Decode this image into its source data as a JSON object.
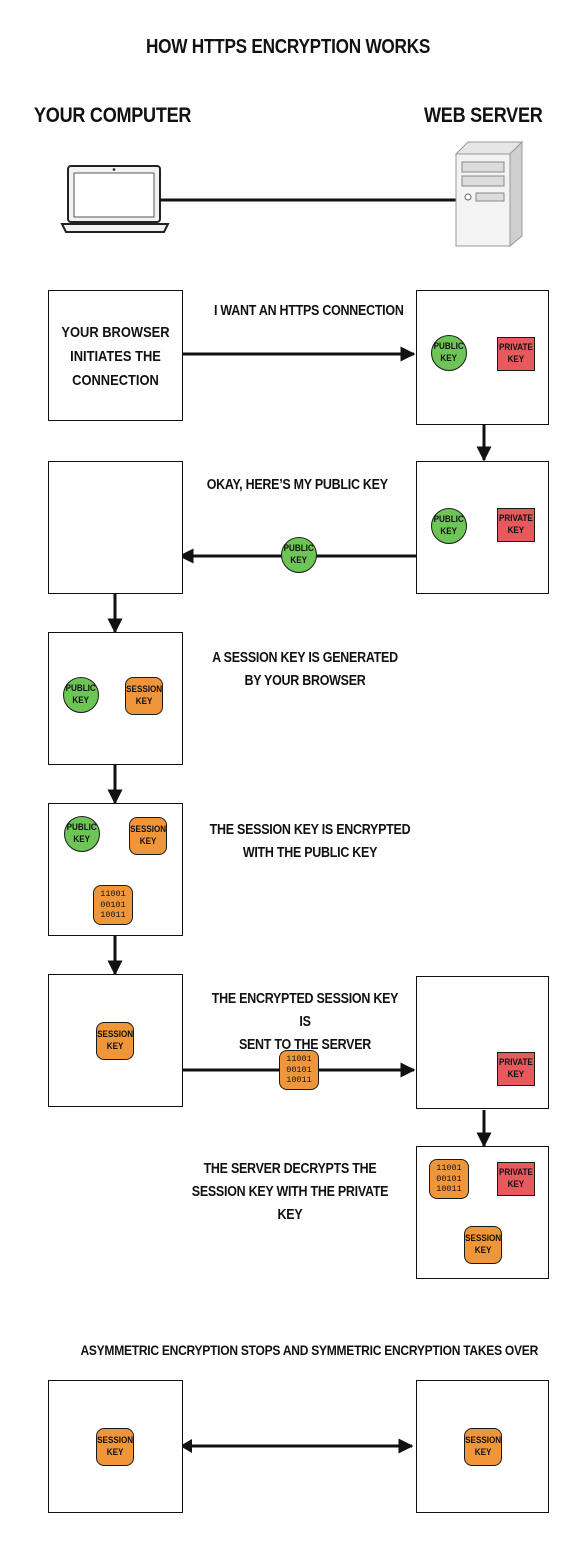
{
  "title": "HOW HTTPS ENCRYPTION WORKS",
  "left_heading": "YOUR COMPUTER",
  "right_heading": "WEB SERVER",
  "keys": {
    "public": "PUBLIC\nKEY",
    "private": "PRIVATE\nKEY",
    "session": "SESSION\nKEY",
    "encrypted": "11001\n00101\n10011"
  },
  "steps": {
    "browser_box": "YOUR BROWSER\nINITIATES THE\nCONNECTION",
    "msg1": "I WANT AN HTTPS CONNECTION",
    "msg2": "OKAY, HERE’S MY PUBLIC KEY",
    "msg3": "A SESSION KEY IS GENERATED\nBY YOUR BROWSER",
    "msg4": "THE SESSION KEY IS ENCRYPTED\nWITH THE PUBLIC KEY",
    "msg5": "THE ENCRYPTED SESSION KEY IS\nSENT TO THE SERVER",
    "msg6": "THE SERVER DECRYPTS THE\nSESSION KEY WITH THE PRIVATE KEY",
    "msg7": "ASYMMETRIC ENCRYPTION STOPS AND SYMMETRIC ENCRYPTION TAKES OVER"
  },
  "colors": {
    "public_key": "#6cc554",
    "private_key": "#e8595e",
    "session_key": "#f0963a"
  }
}
